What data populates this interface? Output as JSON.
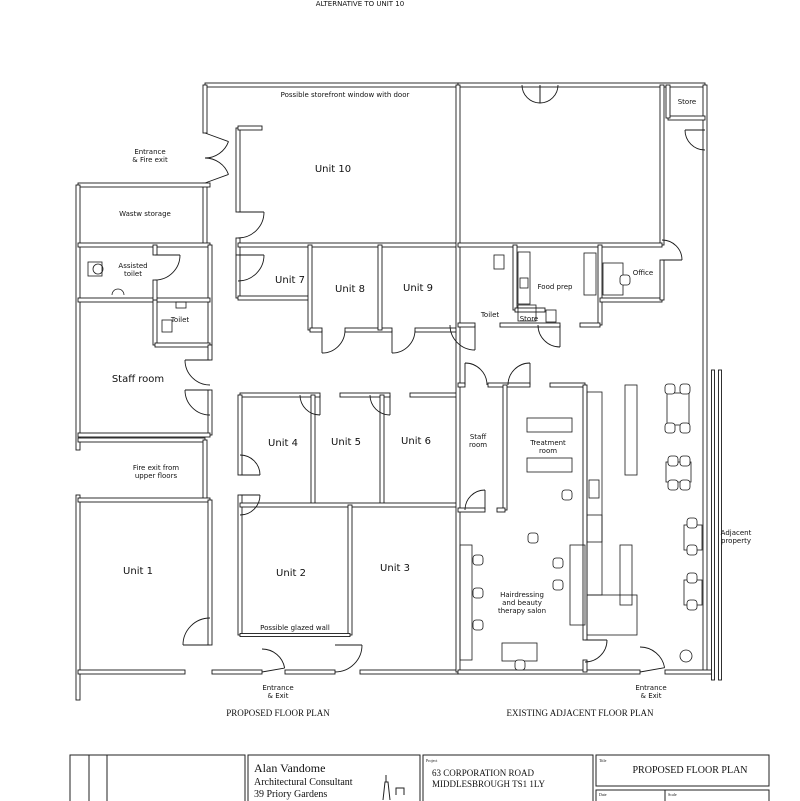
{
  "header": {
    "title": "ALTERNATIVE TO UNIT 10"
  },
  "proposed": {
    "caption": "PROPOSED FLOOR PLAN",
    "rooms": {
      "storefront": "Possible storefront window with door",
      "unit10": "Unit 10",
      "entrance_fire_1": "Entrance",
      "entrance_fire_2": "& Fire exit",
      "waste": "Wastw storage",
      "assisted_1": "Assisted",
      "assisted_2": "toilet",
      "toilet": "Toilet",
      "staff": "Staff room",
      "unit7": "Unit 7",
      "unit8": "Unit 8",
      "unit9": "Unit 9",
      "fire_exit_1": "Fire exit from",
      "fire_exit_2": "upper floors",
      "unit4": "Unit 4",
      "unit5": "Unit 5",
      "unit6": "Unit 6",
      "unit1": "Unit 1",
      "unit2": "Unit 2",
      "unit3": "Unit 3",
      "glazed": "Possible glazed wall",
      "entrance_1": "Entrance",
      "entrance_2": "& Exit"
    }
  },
  "existing": {
    "caption": "EXISTING ADJACENT FLOOR PLAN",
    "rooms": {
      "store_top": "Store",
      "toilet": "Toilet",
      "food_prep": "Food prep",
      "store": "Store",
      "office": "Office",
      "staff_1": "Staff",
      "staff_2": "room",
      "treatment_1": "Treatment",
      "treatment_2": "room",
      "salon_1": "Hairdressing",
      "salon_2": "and beauty",
      "salon_3": "therapy salon",
      "adjacent_1": "Adjacent",
      "adjacent_2": "property",
      "entrance_1": "Entrance",
      "entrance_2": "& Exit"
    }
  },
  "title_block": {
    "consultant_name": "Alan Vandome",
    "consultant_role": "Architectural Consultant",
    "consultant_address": "39 Priory Gardens",
    "project_label": "Project",
    "project_line1": "63 CORPORATION ROAD",
    "project_line2": "MIDDLESBROUGH  TS1 1LY",
    "title_label": "Title",
    "title": "PROPOSED FLOOR  PLAN",
    "date_label": "Date",
    "scale_label": "Scale"
  },
  "colors": {
    "line": "#1a1a1a",
    "background": "#ffffff"
  }
}
